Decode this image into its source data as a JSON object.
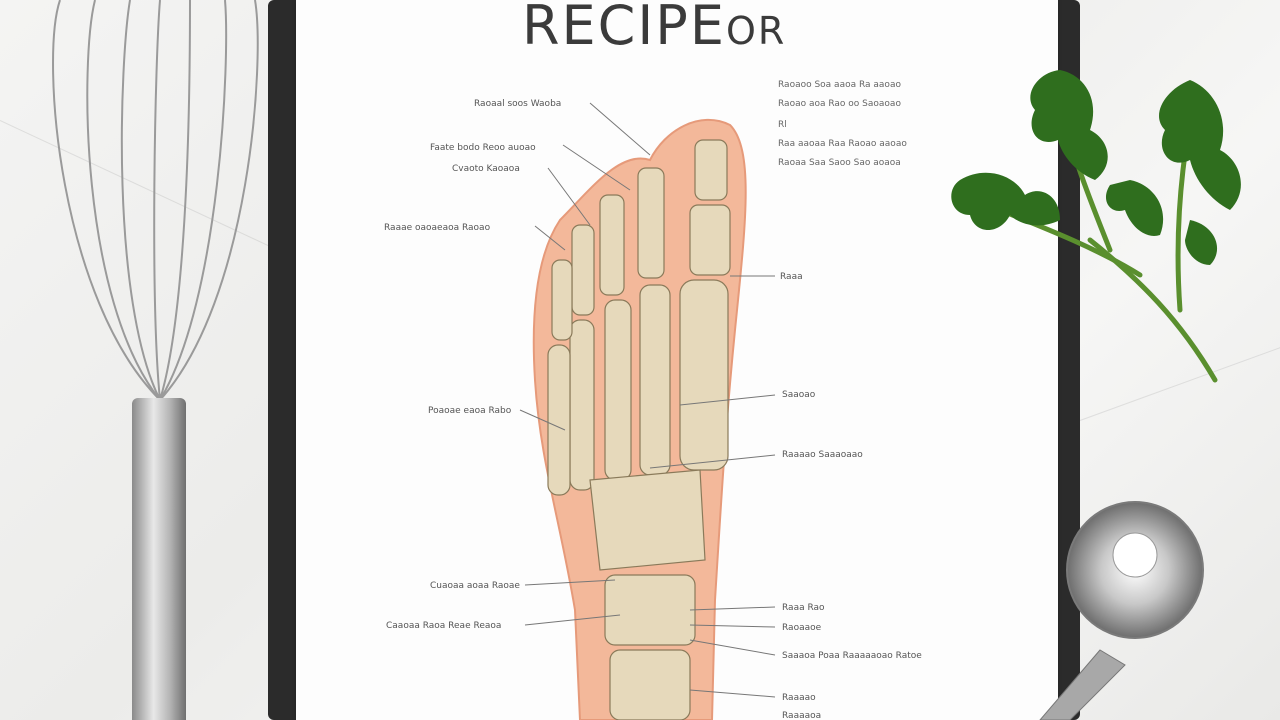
{
  "recipe": {
    "title": "RECIPE",
    "title_suffix": "OR"
  },
  "diagram": {
    "callouts_left": [
      "Raoaal soos Waoba",
      "Faate bodo Reoo auoao",
      "Cvaoto Kaoaoa",
      "Raaae oaoaeaoa Raoao",
      "Poaoae eaoa Rabo",
      "Cuaoaa aoaa Raoae",
      "Caaoaa Raoa Reae Reaoa"
    ],
    "callouts_right": [
      "Raaa",
      "Saaoao",
      "Raaaao Saaaoaao",
      "Raaa Rao",
      "Raoaaoe",
      "Saaaoa Poaa Raaaaaoao Ratoe",
      "Raaaao",
      "Raaaaoa"
    ],
    "notes": [
      "Raoaoo Soa aaoa Ra aaoao",
      "Raoao aoa Rao oo Saoaoao",
      "Rl",
      "Raa aaoaa Raa Raoao aaoao",
      "Raoaa Saa Saoo Sao aoaoa"
    ]
  },
  "colors": {
    "paper": "#fdfdfd",
    "clipboard": "#2b2b2b",
    "skin": "#f3b89a",
    "bone": "#e6d9bb",
    "parsley": "#2f6e1e"
  },
  "icons": [
    "whisk-icon",
    "parsley-icon",
    "measuring-spoon-icon"
  ]
}
